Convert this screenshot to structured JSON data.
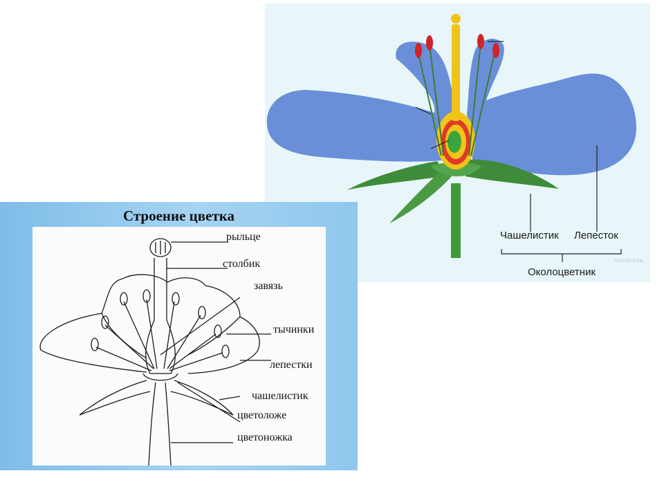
{
  "colored_diagram": {
    "labels": {
      "sepal": "Чашелистик",
      "petal": "Лепесток",
      "perianth": "Околоцветник"
    },
    "watermark": "РЕШУЕГЭ.РФ",
    "colors": {
      "petal": "#6a8fd8",
      "sepal": "#3e8c3a",
      "pistil": "#f0c419",
      "ovary_wall": "#e03a2a",
      "ovule": "#3aa53a",
      "anther": "#d2232a",
      "background": "#e8f6f9"
    }
  },
  "sketch_diagram": {
    "title": "Строение цветка",
    "labels": {
      "stigma": "рыльце",
      "style": "столбик",
      "ovary": "завязь",
      "stamens": "тычинки",
      "petals": "лепестки",
      "sepal": "чашелистик",
      "receptacle": "цветоложе",
      "pedicel": "цветоножка"
    },
    "colors": {
      "panel_bg": "#a6d4f2",
      "card_bg": "#fbfbfb"
    }
  }
}
